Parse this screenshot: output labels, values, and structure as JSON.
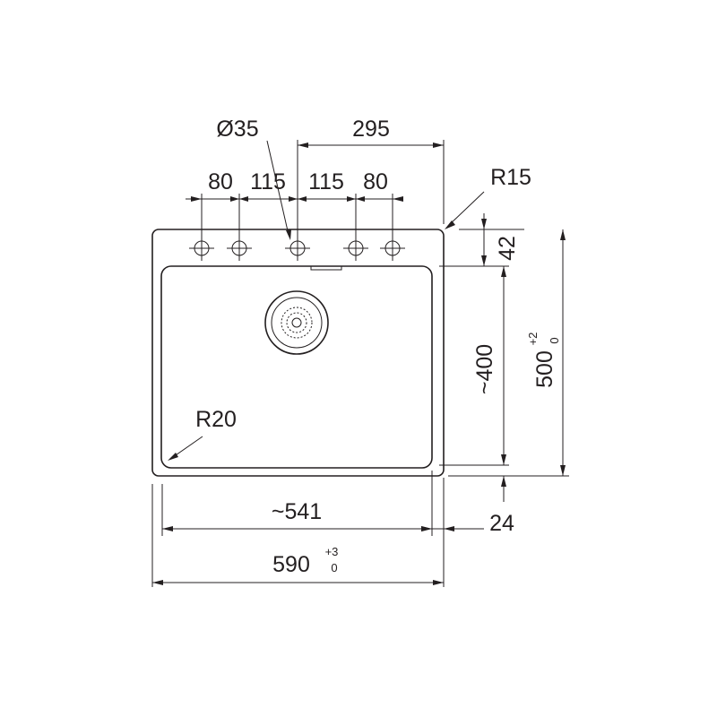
{
  "colors": {
    "line": "#231f20",
    "background": "#ffffff"
  },
  "dimensions": {
    "hole_diameter": "Ø35",
    "tap_span": "295",
    "hole_spacing_outer_left": "80",
    "hole_spacing_inner_left": "115",
    "hole_spacing_inner_right": "115",
    "hole_spacing_outer_right": "80",
    "outer_corner_radius": "R15",
    "deck_depth": "42",
    "bowl_depth": "~400",
    "overall_depth": "500",
    "overall_depth_tol_plus": "+2",
    "overall_depth_tol_minus": "0",
    "inner_corner_radius": "R20",
    "bowl_width": "~541",
    "rim_offset": "24",
    "overall_width": "590",
    "overall_width_tol_plus": "+3",
    "overall_width_tol_minus": "0"
  },
  "icons": {
    "tap_hole": "crosshair-circle",
    "drain": "strainer"
  }
}
